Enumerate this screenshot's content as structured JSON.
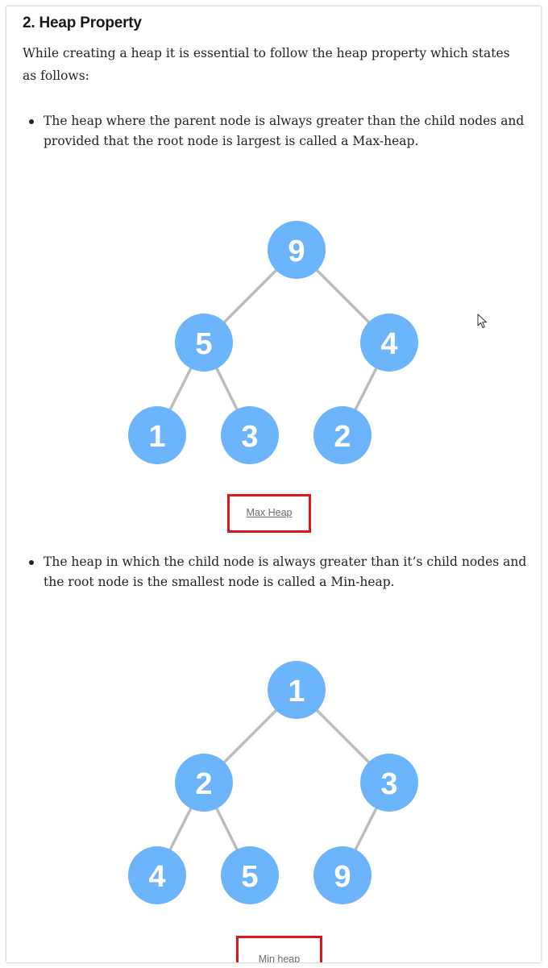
{
  "section": {
    "heading": "2. Heap Property",
    "intro": "While creating a heap it is essential to follow the heap property which states as follows:"
  },
  "max_heap": {
    "description": "The heap where the parent node is always greater than the child nodes and provided that the root node is largest is called a Max-heap.",
    "caption": "Max Heap",
    "nodes": [
      "9",
      "5",
      "4",
      "1",
      "3",
      "2"
    ]
  },
  "min_heap": {
    "description": "The heap in which the child node is always greater than it’s child nodes and the root node is the smallest node is called a Min-heap.",
    "caption": "Min heap",
    "nodes": [
      "1",
      "2",
      "3",
      "4",
      "5",
      "9"
    ]
  },
  "colors": {
    "node_fill": "#6cb4fb",
    "edge": "#bdbdbd",
    "highlight_box": "#e0151d"
  },
  "icons": {
    "cursor": "mouse-pointer-icon"
  }
}
